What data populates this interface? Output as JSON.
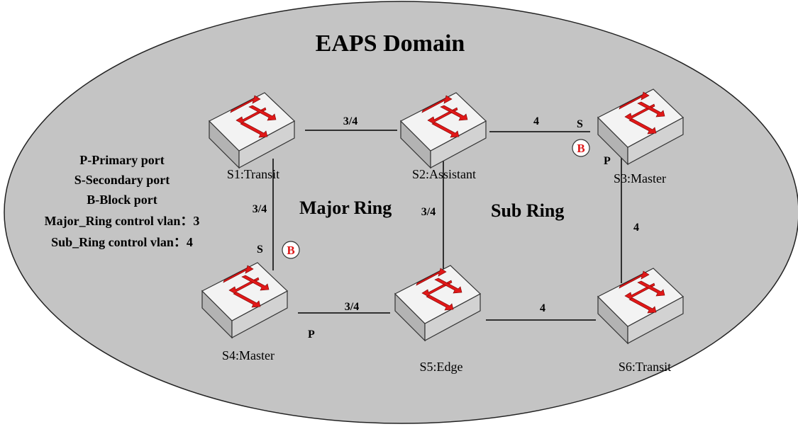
{
  "colors": {
    "domain_fill": "#c4c4c4",
    "domain_stroke": "#222222",
    "switch_top": "#f4f4f4",
    "switch_side": "#cfcfcf",
    "switch_front": "#bdbdbd",
    "arrow_red": "#e01818",
    "block_badge_text": "#e01818"
  },
  "icons": {
    "switch": "network-switch-icon",
    "block_badge": "block-port-badge-icon"
  },
  "domain": {
    "title": "EAPS Domain"
  },
  "rings": {
    "major": "Major Ring",
    "sub": "Sub Ring"
  },
  "legend": {
    "lines": [
      "P-Primary port",
      "S-Secondary port",
      "B-Block port",
      "Major_Ring control vlan：3",
      "Sub_Ring control vlan：4"
    ]
  },
  "switches": [
    {
      "id": "s1",
      "label": "S1:Transit"
    },
    {
      "id": "s2",
      "label": "S2:Assistant"
    },
    {
      "id": "s3",
      "label": "S3:Master"
    },
    {
      "id": "s4",
      "label": "S4:Master"
    },
    {
      "id": "s5",
      "label": "S5:Edge"
    },
    {
      "id": "s6",
      "label": "S6:Transit"
    }
  ],
  "links": [
    {
      "from": "s1",
      "to": "s2",
      "vlan": "3/4"
    },
    {
      "from": "s2",
      "to": "s3",
      "vlan": "4"
    },
    {
      "from": "s1",
      "to": "s4",
      "vlan": "3/4"
    },
    {
      "from": "s2",
      "to": "s5",
      "vlan": "3/4"
    },
    {
      "from": "s3",
      "to": "s6",
      "vlan": "4"
    },
    {
      "from": "s4",
      "to": "s5",
      "vlan": "3/4"
    },
    {
      "from": "s5",
      "to": "s6",
      "vlan": "4"
    }
  ],
  "ports": {
    "s3_secondary": "S",
    "s3_primary": "P",
    "s4_secondary": "S",
    "s4_primary": "P"
  },
  "blocks": {
    "s3": "B",
    "s4": "B"
  }
}
